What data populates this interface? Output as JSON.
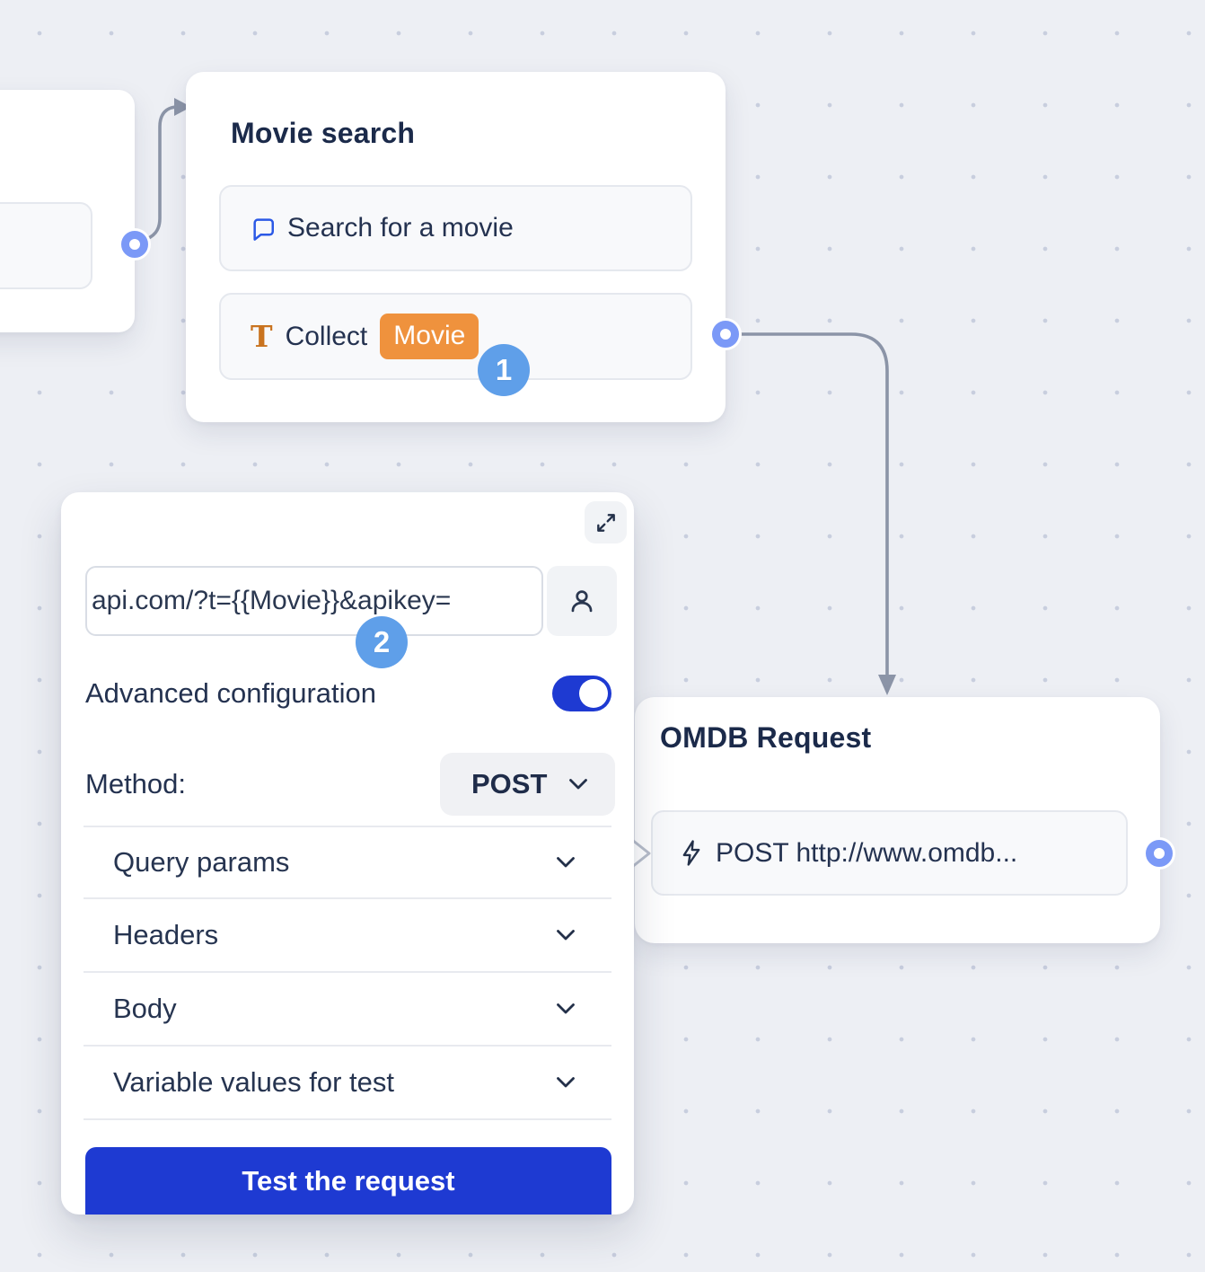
{
  "canvas": {
    "background": "#edeff4",
    "dot_color": "#c8cede",
    "connector_color": "#8b94a7",
    "port_ring_color": "#7b99f7"
  },
  "colors": {
    "accent_blue": "#1e3ad2",
    "step_badge_blue": "#5f9fe9",
    "variable_chip_orange": "#ef923d",
    "collect_icon_orange": "#c9731f",
    "chat_icon_blue": "#2b59e6",
    "text_navy": "#1f2c49"
  },
  "movie_search_node": {
    "title": "Movie search",
    "step_badge": "1",
    "items": [
      {
        "icon": "chat-bubble-icon",
        "label": "Search for a movie"
      },
      {
        "icon": "text-collect-icon",
        "label": "Collect",
        "variable_chip": "Movie"
      }
    ]
  },
  "omdb_node": {
    "title": "OMDB Request",
    "item": {
      "icon": "lightning-icon",
      "label": "POST http://www.omdb..."
    }
  },
  "config_panel": {
    "step_badge": "2",
    "url_input": {
      "value": "api.com/?t={{Movie}}&apikey="
    },
    "advanced": {
      "label": "Advanced configuration",
      "enabled": true
    },
    "method": {
      "label": "Method:",
      "value": "POST"
    },
    "sections": [
      {
        "label": "Query params"
      },
      {
        "label": "Headers"
      },
      {
        "label": "Body"
      },
      {
        "label": "Variable values for test"
      }
    ],
    "test_button_label": "Test the request"
  }
}
